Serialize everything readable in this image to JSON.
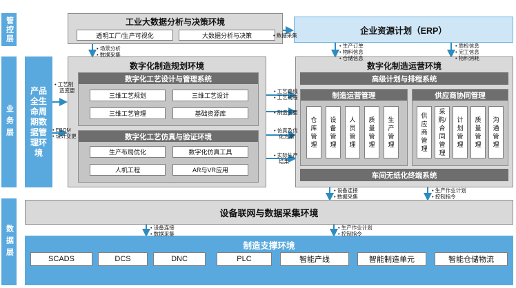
{
  "layers": {
    "control": "管控层",
    "business": "业务层",
    "data": "数据层"
  },
  "plm": "产品全生命周期数据管理环境",
  "top": {
    "title": "工业大数据分析与决策环境",
    "boxes": [
      "透明工厂/生产可视化",
      "大数据分析与决策"
    ]
  },
  "erp": {
    "title": "企业资源计划（ERP）"
  },
  "planning": {
    "title": "数字化制造规划环境",
    "design": {
      "title": "数字化工艺设计与管理系统",
      "boxes": [
        "三维工艺规划",
        "三维工艺设计",
        "三维工艺管理",
        "基础资源库"
      ]
    },
    "sim": {
      "title": "数字化工艺仿真与验证环境",
      "boxes": [
        "生产布局优化",
        "数字化仿真工具",
        "人机工程",
        "AR与VR应用"
      ]
    }
  },
  "ops": {
    "title": "数字化制造运营环境",
    "aps": "高级计划与排程系统",
    "mes": {
      "title": "制造运营管理",
      "items": [
        "仓库管理",
        "设备管理",
        "人员管理",
        "质量管理",
        "生产管理"
      ]
    },
    "srm": {
      "title": "供应商协同管理",
      "items": [
        "供应商管理",
        "采购/合同管理",
        "计划管理",
        "质量管理",
        "沟通管理"
      ]
    },
    "terminal": "车间无纸化终端系统"
  },
  "iot": "设备联网与数据采集环境",
  "support": {
    "title": "制造支撑环境",
    "items": [
      "SCADS",
      "DCS",
      "DNC",
      "PLC",
      "智能产线",
      "智能制造单元",
      "智能仓储物流"
    ]
  },
  "notes": {
    "scene": [
      "场景分析",
      "数据采集"
    ],
    "datacollect": [
      "数据采集"
    ],
    "erp_down": [
      "生产订单",
      "物料信息",
      "仓储信息"
    ],
    "erp_right": [
      "质检信息",
      "完工信息",
      "物料消耗"
    ],
    "plm_top": [
      "工艺制",
      "造变更"
    ],
    "plm_bottom": [
      "EBOM",
      "设计变更"
    ],
    "mid_top": [
      "工艺路线",
      "工艺规程"
    ],
    "mid_change": [
      "制造变更"
    ],
    "mid_sim": [
      "仿真及优",
      "化方案"
    ],
    "mid_exec": [
      "实际生产",
      "结果"
    ],
    "ops_iot_a": [
      "设备连接",
      "数据采集"
    ],
    "ops_iot_b": [
      "生产作业计划",
      "控制指令"
    ],
    "iot_sup_a": [
      "设备连接",
      "数据采集"
    ],
    "iot_sup_b": [
      "生产作业计划",
      "控制指令"
    ]
  }
}
